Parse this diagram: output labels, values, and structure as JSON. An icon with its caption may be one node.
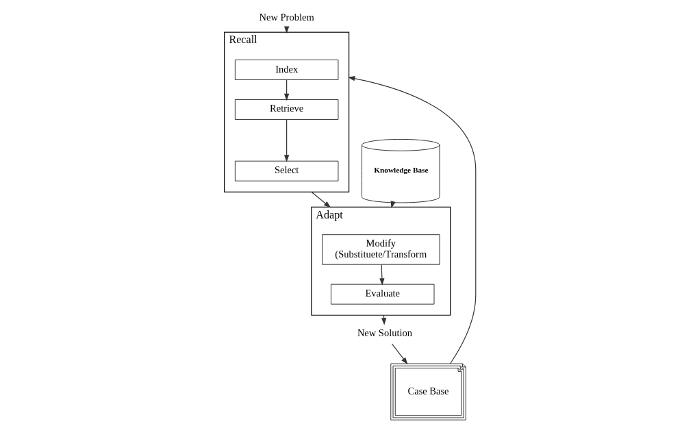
{
  "diagram": {
    "nodes": [
      {
        "text": [
          "New Problem"
        ]
      },
      {
        "text": [
          "Recall"
        ]
      },
      {
        "text": [
          "Index"
        ],
        "in": 1
      },
      {
        "text": [
          "Retrieve"
        ],
        "in": 1
      },
      {
        "text": [
          "Select"
        ],
        "in": 1
      },
      {
        "text": [
          "Adapt"
        ]
      },
      {
        "text": [
          "Modify",
          "(Substituete/Transform"
        ],
        "in": 5
      },
      {
        "text": [
          "Evaluate"
        ],
        "in": 5
      },
      {
        "text": [
          "Knowledge Base"
        ]
      },
      {
        "text": [
          "Case Base"
        ]
      },
      {
        "text": [
          "New Solution"
        ]
      }
    ],
    "edges": [
      {
        "from": 0,
        "to": 1,
        "arrow": "to"
      },
      {
        "from": 2,
        "to": 3,
        "arrow": "to"
      },
      {
        "from": 3,
        "to": 4,
        "arrow": "to"
      },
      {
        "from": 9,
        "to": 1,
        "arrow": "to"
      },
      {
        "from": 1,
        "to": 5,
        "arrow": "to"
      },
      {
        "from": 8,
        "to": 5,
        "arrow": "to"
      },
      {
        "from": 6,
        "to": 7,
        "arrow": "to"
      },
      {
        "from": 5,
        "to": 10,
        "arrow": "to"
      },
      {
        "from": 10,
        "to": 9,
        "arrow": "to"
      }
    ]
  }
}
